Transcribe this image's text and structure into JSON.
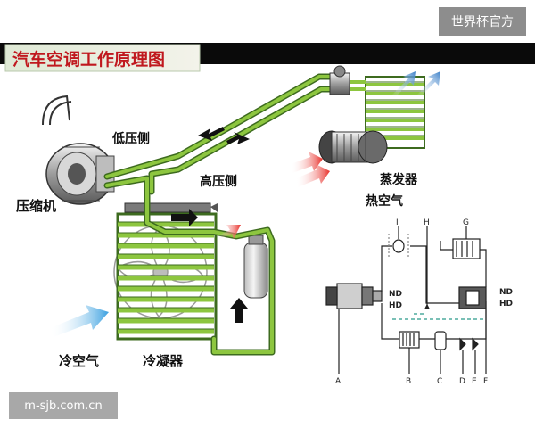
{
  "title": "汽车空调工作原理图",
  "watermarks": {
    "top": "世界杯官方",
    "bottom": "m-sjb.com.cn"
  },
  "labels": {
    "low_pressure_side": "低压侧",
    "high_pressure_side": "高压侧",
    "compressor": "压缩机",
    "evaporator": "蒸发器",
    "hot_air": "热空气",
    "cold_air": "冷空气",
    "condenser": "冷凝器"
  },
  "schematic": {
    "letters_top": [
      "I",
      "H",
      "G"
    ],
    "letters_bottom": [
      "A",
      "B",
      "C",
      "D",
      "E",
      "F"
    ],
    "left_nd": "ND",
    "left_hd": "HD",
    "right_nd": "ND",
    "right_hd": "HD"
  },
  "colors": {
    "pipe_green": "#8dc63f",
    "pipe_dark": "#3d6b1f",
    "title_bar": "#0a0a0a",
    "title_bg": "#e8f0e0",
    "hot_arrow": "#e8302a",
    "cool_arrow": "#3a8fd0"
  }
}
